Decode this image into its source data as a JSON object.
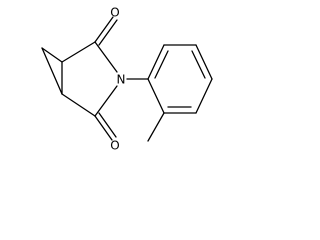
{
  "molecule": {
    "atoms": {
      "o_top": "O",
      "o_bottom": "O",
      "n_imide": "N"
    },
    "colors": {
      "bond": "#000000",
      "label": "#000000",
      "background": "#ffffff"
    }
  }
}
